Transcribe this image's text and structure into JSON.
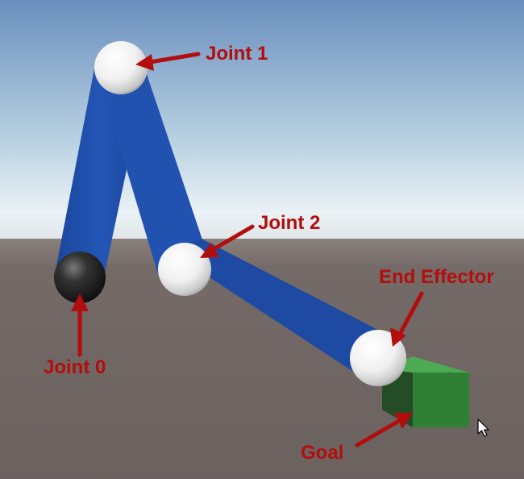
{
  "labels": {
    "joint0": "Joint 0",
    "joint1": "Joint 1",
    "joint2": "Joint 2",
    "end_effector": "End Effector",
    "goal": "Goal"
  },
  "colors": {
    "sky_top": "#6a8fbe",
    "sky_horizon": "#eaf2f6",
    "ground": "#6e6461",
    "link_blue": "#1f4ea9",
    "annotation_red": "#b30d0d",
    "goal_green": "#2f7f35",
    "base_joint": "#1b1b1b",
    "joint_white": "#f2f2f2"
  },
  "icons": {
    "cursor": "mouse-cursor-icon"
  }
}
